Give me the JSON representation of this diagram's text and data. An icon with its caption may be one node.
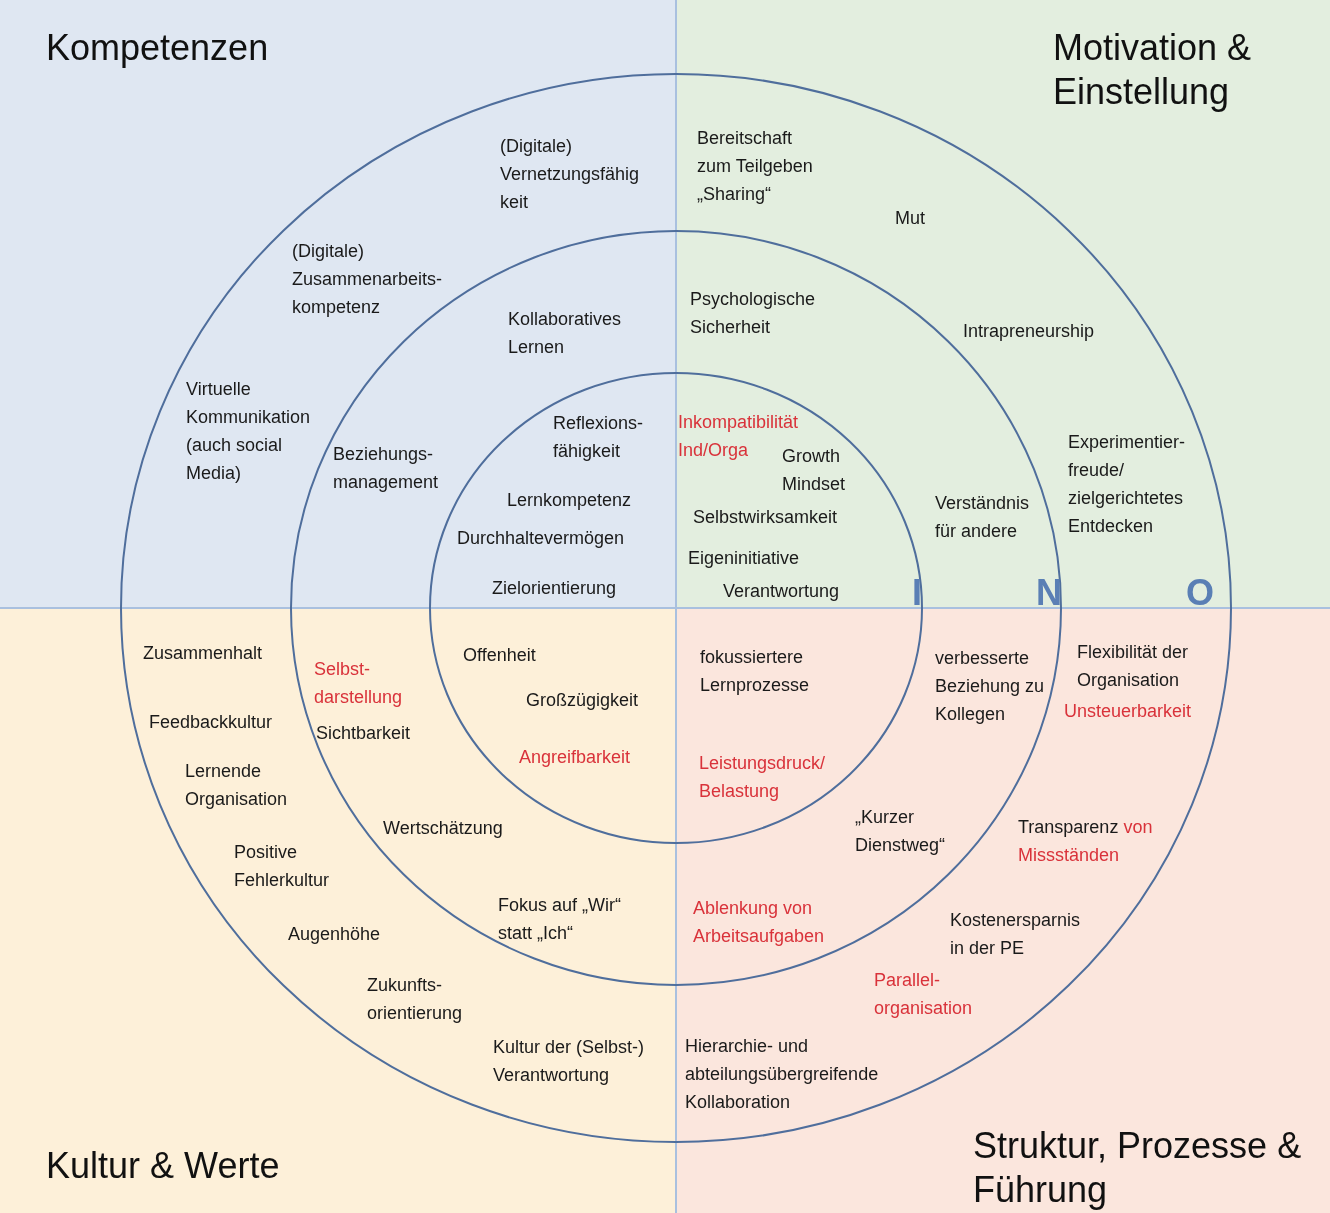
{
  "diagram": {
    "nodes": [
      {
        "text": [
          "Kompetenzen"
        ]
      },
      {
        "text": [
          "Motivation & Einstellung"
        ]
      },
      {
        "text": [
          "Kultur & Werte"
        ]
      },
      {
        "text": [
          "Struktur, Prozesse & Führung"
        ]
      },
      {
        "text": [],
        "shape": "circle"
      },
      {
        "text": [],
        "shape": "circle",
        "in": 4
      },
      {
        "text": [],
        "shape": "circle",
        "in": 5
      }
    ],
    "labels": [
      "(Digitale) Vernetzungsfähig keit",
      "Bereitschaft zum Teilgeben „Sharing“",
      "Mut",
      "(Digitale) Zusammenarbeits- kompetenz",
      "Kollaboratives Lernen",
      "Psychologische Sicherheit",
      "Intrapreneurship",
      "Virtuelle Kommunikation (auch social Media)",
      "Beziehungs- management",
      "Reflexions- fähigkeit",
      "Inkompatibilität Ind/Orga",
      "Growth Mindset",
      "Experimentier- freude/ zielgerichtetes Entdecken",
      "Lernkompetenz",
      "Verständnis für andere",
      "Selbstwirksamkeit",
      "Durchhaltevermögen",
      "Eigeninitiative",
      "Zielorientierung",
      "Verantwortung",
      "I",
      "N",
      "O",
      "Zusammenhalt",
      "Selbst- darstellung",
      "Offenheit",
      "fokussiertere Lernprozesse",
      "verbesserte Beziehung zu Kollegen",
      "Flexibilität der Organisation",
      "Großzügigkeit",
      "Feedbackkultur",
      "Unsteuerbarkeit",
      "Sichtbarkeit",
      "Lernende Organisation",
      "Angreifbarkeit",
      "Leistungsdruck/ Belastung",
      "Wertschätzung",
      "„Kurzer Dienstweg“",
      "Transparenz von Missständen",
      "Positive Fehlerkultur",
      "Fokus auf „Wir“ statt „Ich“",
      "Ablenkung von Arbeitsaufgaben",
      "Kostenersparnis in der PE",
      "Augenhöhe",
      "Zukunfts- orientierung",
      "Parallel- organisation",
      "Kultur der (Selbst-) Verantwortung",
      "Hierarchie- und abteilungsübergreifende Kollaboration"
    ]
  }
}
